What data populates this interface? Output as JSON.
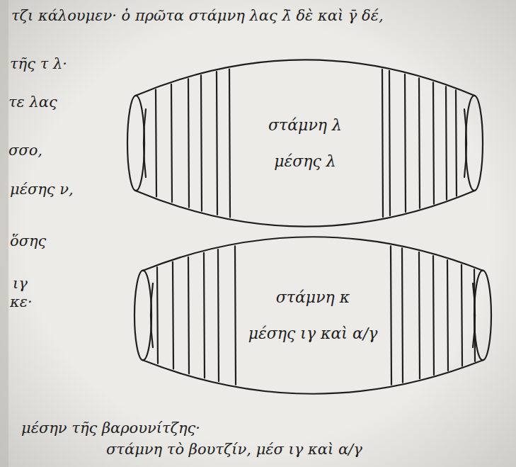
{
  "diagram": {
    "nodes": [
      {
        "text": [
          "στάμνη λ",
          "μέσης λ"
        ]
      },
      {
        "text": [
          "στάμνη κ",
          "μέσης ιγ καὶ α/γ"
        ]
      }
    ],
    "labels": [
      "τζι κάλουμεν· ὁ πρῶτα στάμνη λας λ̄ δὲ καὶ γ̄ δέ,",
      "τῆς τ λ·",
      "τε λας",
      "σσο,",
      "μέσης ν,",
      "ὅσης",
      "ιγ",
      "κε·",
      "μέσην τῆς βαρουνίτζης·",
      "στάμνη τὸ βουτζίν, μέσ ιγ καὶ α/γ"
    ]
  }
}
